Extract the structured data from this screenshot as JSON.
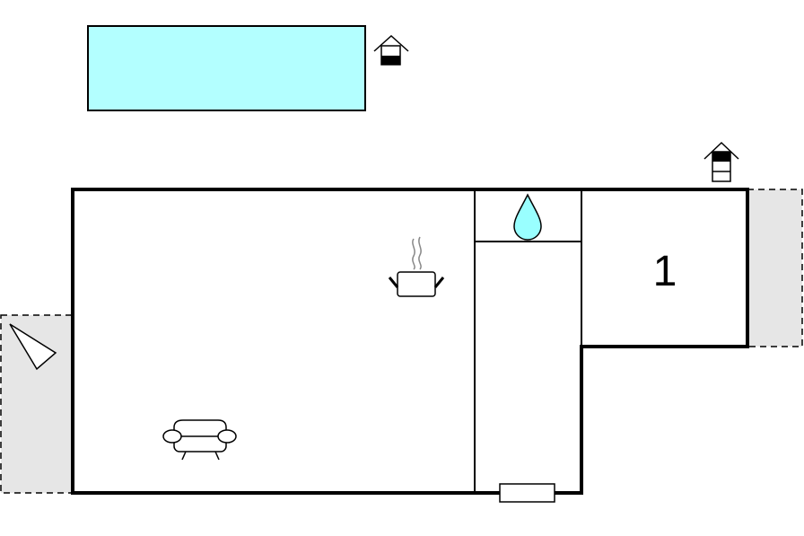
{
  "floorplan": {
    "rooms": [
      {
        "name": "living-kitchen"
      },
      {
        "name": "bathroom"
      },
      {
        "name": "hallway"
      },
      {
        "name": "bedroom",
        "label": "1"
      }
    ],
    "icons": [
      "pool",
      "cooking-pot-icon",
      "water-drop-icon",
      "armchair-icon",
      "compass-icon",
      "floor-indicator-icon",
      "door"
    ],
    "colors": {
      "pool": "#b3ffff",
      "water": "#99ffff",
      "terrace": "#e6e6e6",
      "walls": "#000000",
      "steam": "#888888"
    }
  }
}
